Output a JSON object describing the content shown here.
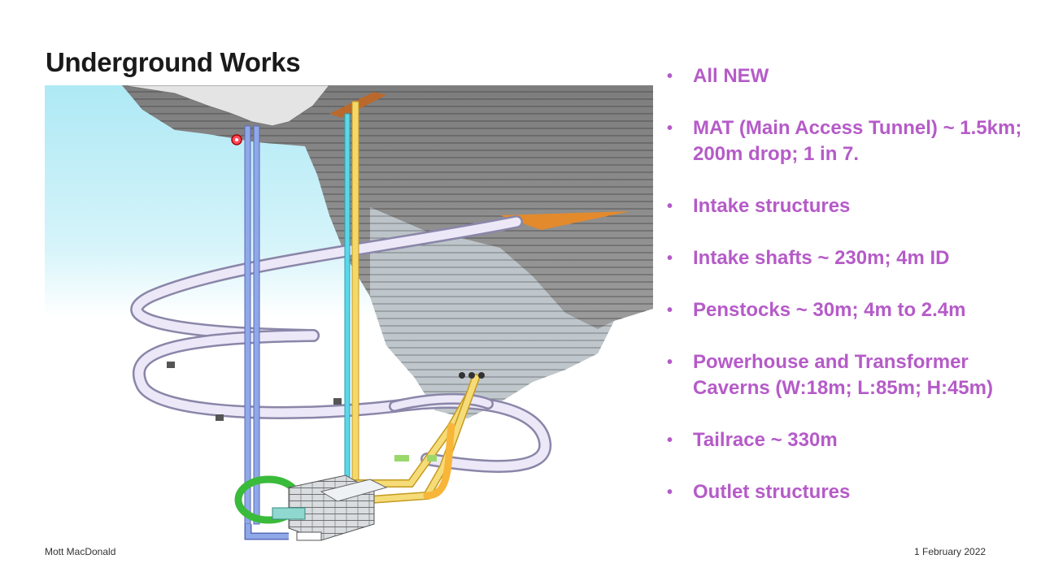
{
  "slide": {
    "title": "Underground Works",
    "bullets": [
      "All NEW",
      "MAT (Main Access Tunnel) ~ 1.5km; 200m drop; 1 in 7.",
      "Intake structures",
      "Intake shafts ~ 230m; 4m ID",
      "Penstocks ~ 30m; 4m to 2.4m",
      "Powerhouse and Transformer Caverns (W:18m; L:85m; H:45m)",
      "Tailrace ~ 330m",
      "Outlet structures"
    ],
    "bullet_marker": "•",
    "accent_color": "#b55bc8"
  },
  "footer": {
    "company": "Mott MacDonald",
    "date": "1 February 2022"
  }
}
